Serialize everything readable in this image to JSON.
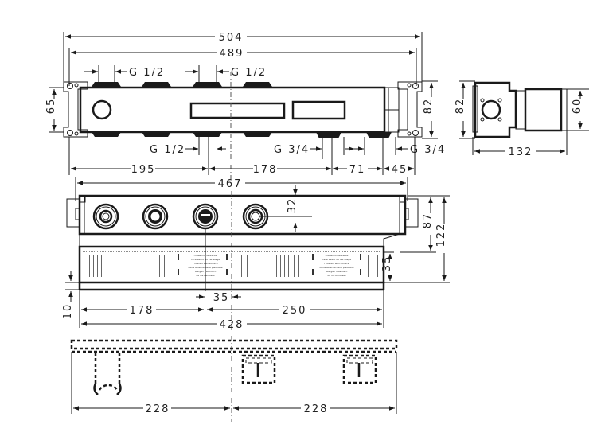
{
  "drawing": {
    "title": "Concealed thermostat basic set – technical drawing",
    "colors": {
      "line": "#1a1a1a",
      "background": "#ffffff"
    }
  },
  "top_view": {
    "dims": {
      "overall_504": "504",
      "overall_489": "489",
      "height_65": "65",
      "height_82": "82",
      "thread_top_left": "G 1/2",
      "thread_top_right": "G 1/2",
      "thread_bottom_left": "G 1/2",
      "thread_bottom_mid": "G 3/4",
      "thread_bottom_right": "G 3/4",
      "seg_195": "195",
      "seg_178": "178",
      "seg_71": "71",
      "seg_45": "45"
    }
  },
  "side_view": {
    "dims": {
      "height_82": "82",
      "height_60": "60",
      "depth_132": "132"
    }
  },
  "front_view": {
    "dims": {
      "width_467": "467",
      "offset_32": "32",
      "height_87": "87",
      "height_122": "122",
      "band_35": "35",
      "gap_35": "35",
      "offset_10": "10",
      "seg_178": "178",
      "seg_250": "250",
      "width_428": "428"
    },
    "plaster_label": {
      "lines": [
        "Fliesenvorderkante",
        "Face avant du carrelage",
        "Finished wall surface",
        "Parte esterna della piastrella",
        "Margen delantero",
        "de los baldosas"
      ]
    }
  },
  "bottom_view": {
    "dims": {
      "left_228": "228",
      "right_228": "228"
    }
  }
}
